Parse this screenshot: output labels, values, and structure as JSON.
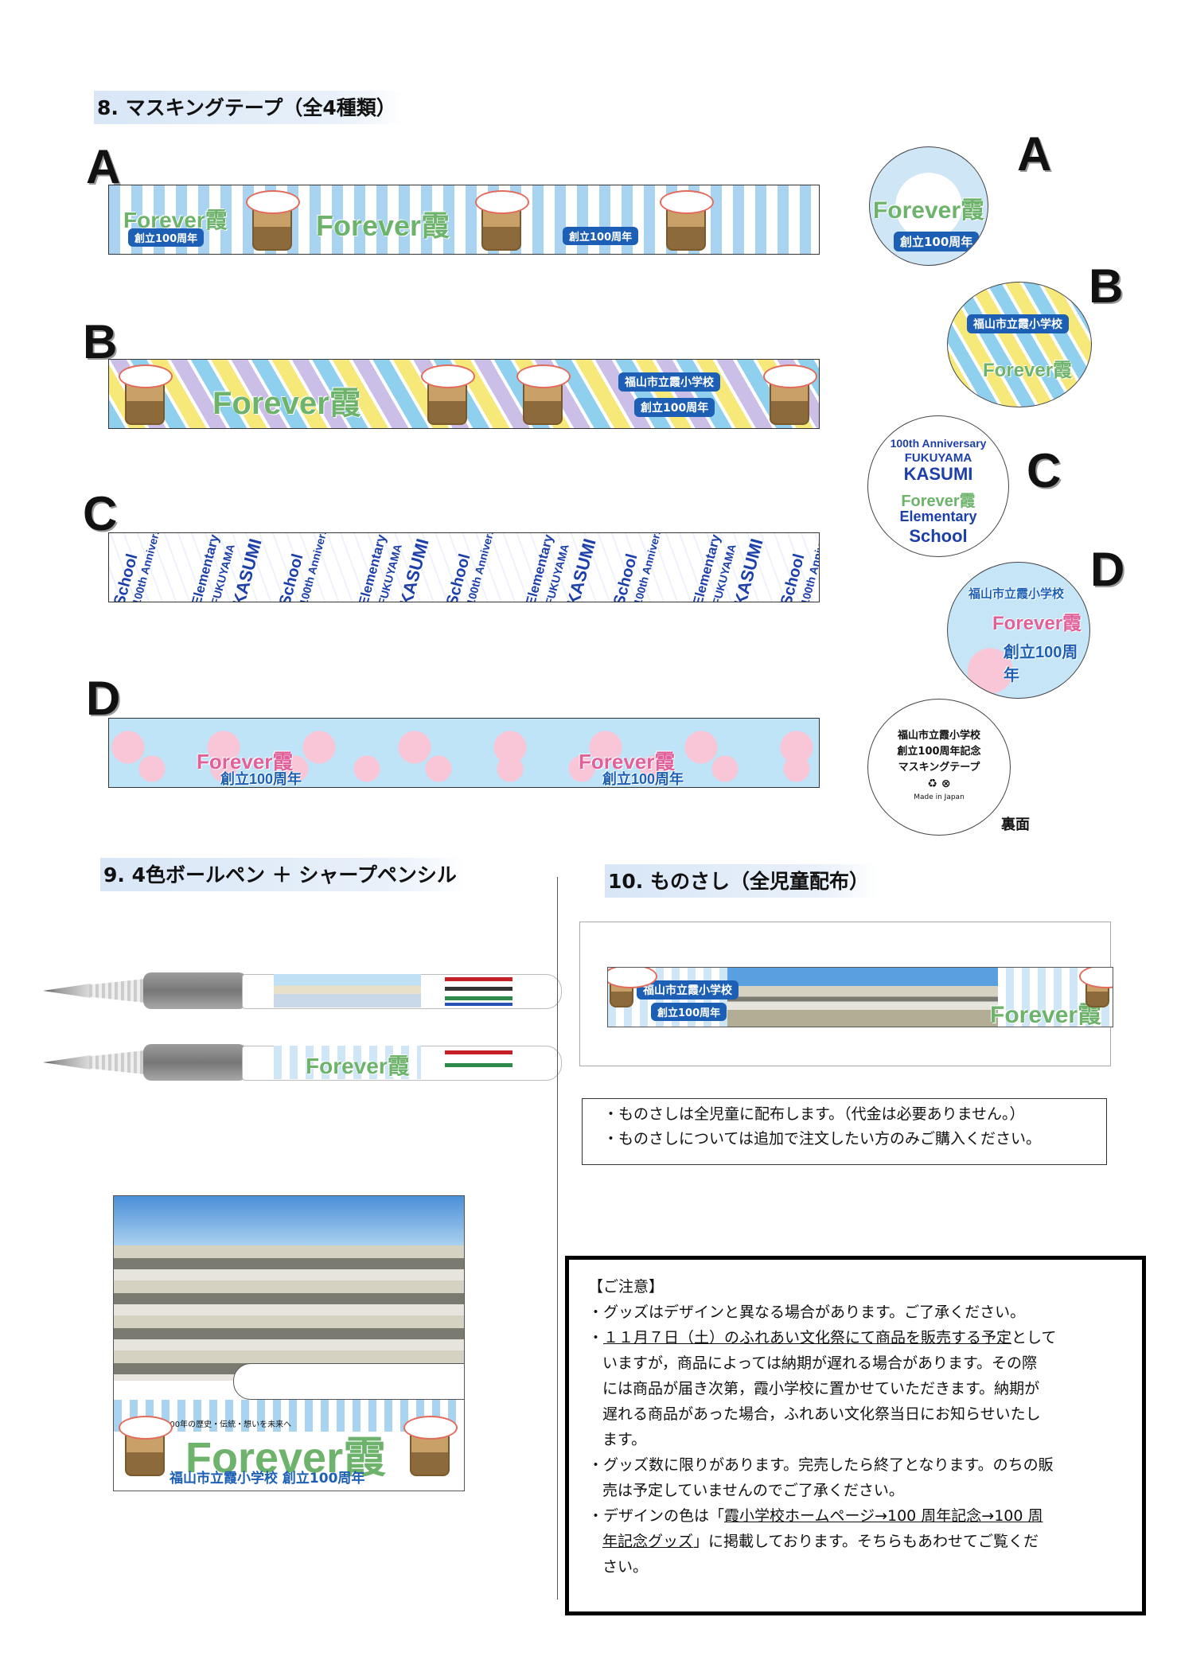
{
  "section8": {
    "heading": "8. マスキングテープ（全4種類）",
    "tapes": [
      {
        "letter": "A",
        "logo": "Forever霞",
        "badge": "創立100周年"
      },
      {
        "letter": "B",
        "logo": "Forever霞",
        "badge": "福山市立霞小学校",
        "badge2": "創立100周年"
      },
      {
        "letter": "C",
        "words": [
          "School",
          "Elementary",
          "100th Anniversary",
          "FUKUYAMA",
          "KASUMI"
        ]
      },
      {
        "letter": "D",
        "logo": "Forever霞",
        "badge": "創立100周年"
      }
    ],
    "rolls": [
      {
        "letter": "A",
        "text1": "Forever霞",
        "text2": "創立100周年"
      },
      {
        "letter": "B",
        "text1": "福山市立霞小学校",
        "text2": "Forever霞"
      },
      {
        "letter": "C",
        "lines": [
          "100th Anniversary",
          "FUKUYAMA",
          "KASUMI",
          "Forever霞",
          "Elementary",
          "School"
        ]
      },
      {
        "letter": "D",
        "text1": "福山市立霞小学校",
        "text2": "Forever霞",
        "text3": "創立100周年"
      }
    ],
    "back": {
      "lines": [
        "福山市立霞小学校",
        "創立100周年記念",
        "マスキングテープ"
      ],
      "made": "Made in Japan",
      "label": "裏面"
    }
  },
  "section9": {
    "heading": "9. 4色ボールペン ＋ シャープペンシル",
    "pen_logo": "Forever霞",
    "card_logo": "Forever霞",
    "card_tagline": "100年の歴史・伝統・想いを未来へ",
    "card_badge": "福山市立霞小学校 創立100周年"
  },
  "section10": {
    "heading": "10. ものさし（全児童配布）",
    "ruler_badge": "福山市立霞小学校",
    "ruler_badge2": "創立100周年",
    "ruler_logo": "Forever霞",
    "notes": [
      "・ものさしは全児童に配布します。（代金は必要ありません。）",
      "・ものさしについては追加で注文したい方のみご購入ください。"
    ]
  },
  "caution": {
    "title": "【ご注意】",
    "item1": "・グッズはデザインと異なる場合があります。ご了承ください。",
    "item2_prefix": "・",
    "item2_underlined": "１１月７日（土）のふれあい文化祭にて商品を販売する予定",
    "item2_rest1": "として",
    "item2_rest2": "いますが，商品によっては納期が遅れる場合があります。その際",
    "item2_rest3": "には商品が届き次第，霞小学校に置かせていただきます。納期が",
    "item2_rest4": "遅れる商品があった場合，ふれあい文化祭当日にお知らせいたし",
    "item2_rest5": "ます。",
    "item3_1": "・グッズ数に限りがあります。完売したら終了となります。のちの販",
    "item3_2": "売は予定していませんのでご了承ください。",
    "item4_prefix": "・デザインの色は「",
    "item4_underlined1": "霞小学校ホームページ→100 周年記念→100 周",
    "item4_underlined2": "年記念グッズ",
    "item4_rest1": "」に掲載しております。そちらもあわせてご覧くだ",
    "item4_rest2": "さい。"
  },
  "colors": {
    "tape_blue": "#a8d4f2",
    "badge_blue": "#1c5fb4",
    "logo_green": "#6db36b",
    "tape_pink": "#f9c6d8"
  }
}
